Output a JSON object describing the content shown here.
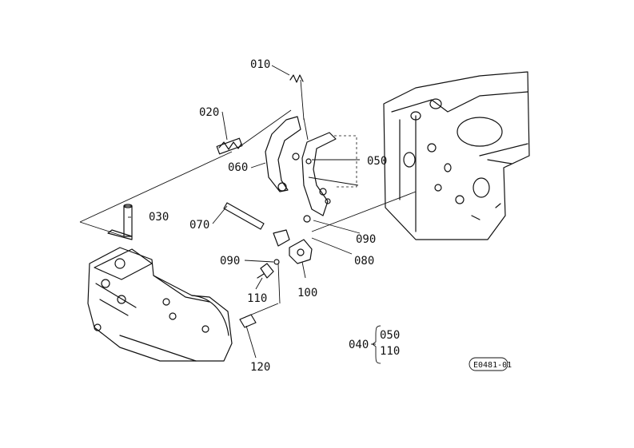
{
  "parts": {
    "p010": "010",
    "p020": "020",
    "p030": "030",
    "p040": "040",
    "p050": "050",
    "p060": "060",
    "p070": "070",
    "p080": "080",
    "p090a": "090",
    "p090b": "090",
    "p100": "100",
    "p110": "110",
    "p120": "120"
  },
  "group": {
    "label": "040",
    "items": [
      "050",
      "110"
    ]
  },
  "drawing_code": "E0481-01"
}
